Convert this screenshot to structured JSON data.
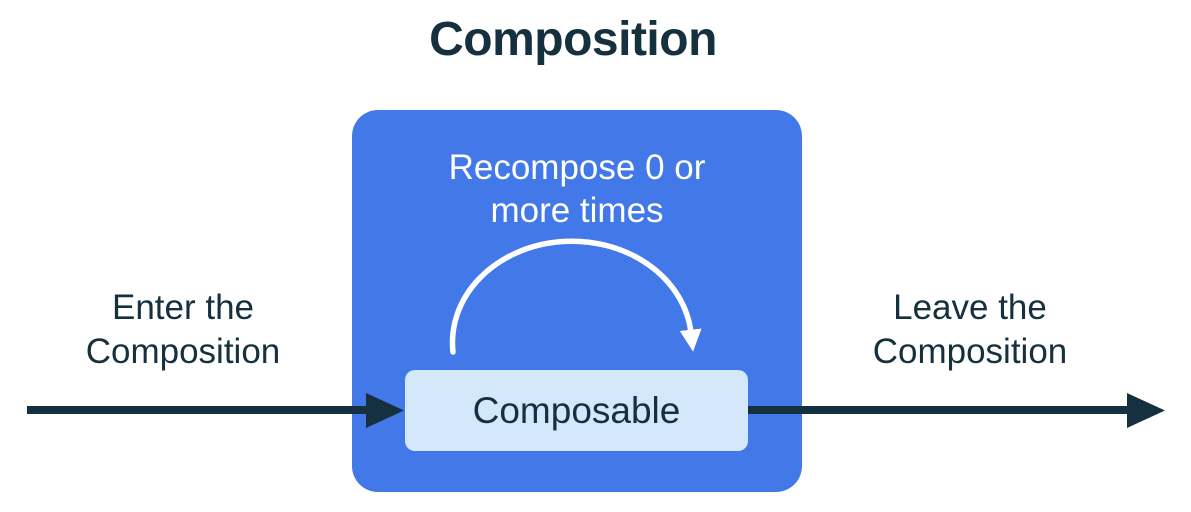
{
  "diagram": {
    "title": "Composition",
    "enter_label": "Enter the\nComposition",
    "recompose_label": "Recompose 0 or\nmore times",
    "composable_label": "Composable",
    "leave_label": "Leave the\nComposition"
  },
  "colors": {
    "bg": "#FFFFFF",
    "blue": "#4378E8",
    "lightblue": "#D4E8FB",
    "navy": "#15303E",
    "white": "#FFFFFF"
  }
}
